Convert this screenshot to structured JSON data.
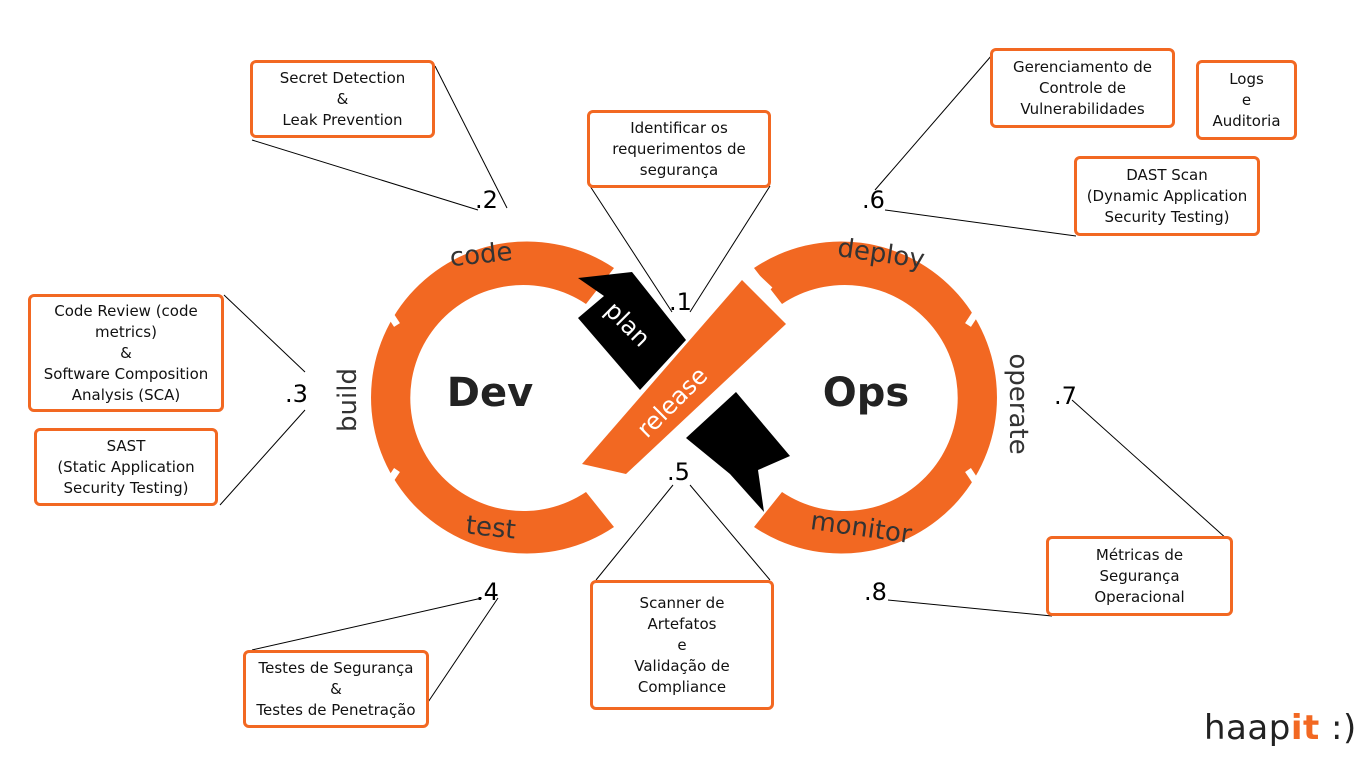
{
  "center": {
    "dev": "Dev",
    "ops": "Ops"
  },
  "segments": {
    "code": "code",
    "build": "build",
    "test": "test",
    "plan": "plan",
    "release": "release",
    "deploy": "deploy",
    "operate": "operate",
    "monitor": "monitor"
  },
  "steps": [
    ".1",
    ".2",
    ".3",
    ".4",
    ".5",
    ".6",
    ".7",
    ".8"
  ],
  "boxes": {
    "secret": [
      "Secret Detection",
      "&",
      "Leak Prevention"
    ],
    "requirements": [
      "Identificar os",
      "requerimentos de",
      "segurança"
    ],
    "code_review": [
      "Code Review (code",
      "metrics)",
      "&",
      "Software Composition",
      "Analysis (SCA)"
    ],
    "sast": [
      "SAST",
      "(Static Application",
      "Security Testing)"
    ],
    "tests": [
      "Testes de Segurança",
      "&",
      "Testes de Penetração"
    ],
    "scanner": [
      "Scanner de",
      "Artefatos",
      "e",
      "Validação de",
      "Compliance"
    ],
    "vuln_mgmt": [
      "Gerenciamento de",
      "Controle de",
      "Vulnerabilidades"
    ],
    "logs": [
      "Logs",
      "e",
      "Auditoria"
    ],
    "dast": [
      "DAST Scan",
      "(Dynamic Application",
      "Security Testing)"
    ],
    "metrics": [
      "Métricas de",
      "Segurança",
      "Operacional"
    ]
  },
  "logo": {
    "part1": "haap",
    "part2": "it",
    "part3": " :)"
  },
  "colors": {
    "accent": "#f26822",
    "dark": "#000000"
  }
}
